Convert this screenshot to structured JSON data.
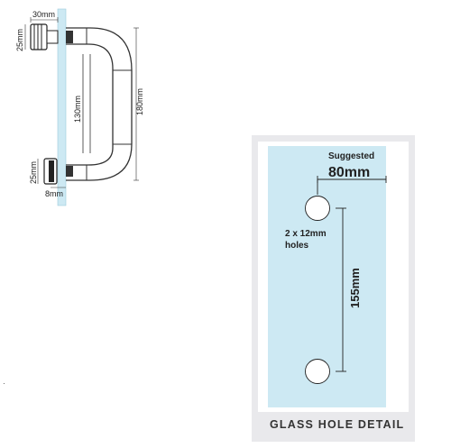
{
  "handle_diagram": {
    "dim_top_width": "30mm",
    "dim_top_height": "25mm",
    "dim_bottom_height": "25mm",
    "dim_bottom_width": "8mm",
    "dim_inner_length": "130mm",
    "dim_overall_length": "180mm"
  },
  "glass_detail": {
    "suggested_label": "Suggested",
    "suggested_value": "80mm",
    "holes_line1": "2 x 12mm",
    "holes_line2": "holes",
    "hole_spacing": "155mm",
    "caption": "GLASS HOLE DETAIL"
  },
  "colors": {
    "glass": "#cde9f3",
    "frame": "#e9e9ec",
    "ink": "#222222"
  }
}
